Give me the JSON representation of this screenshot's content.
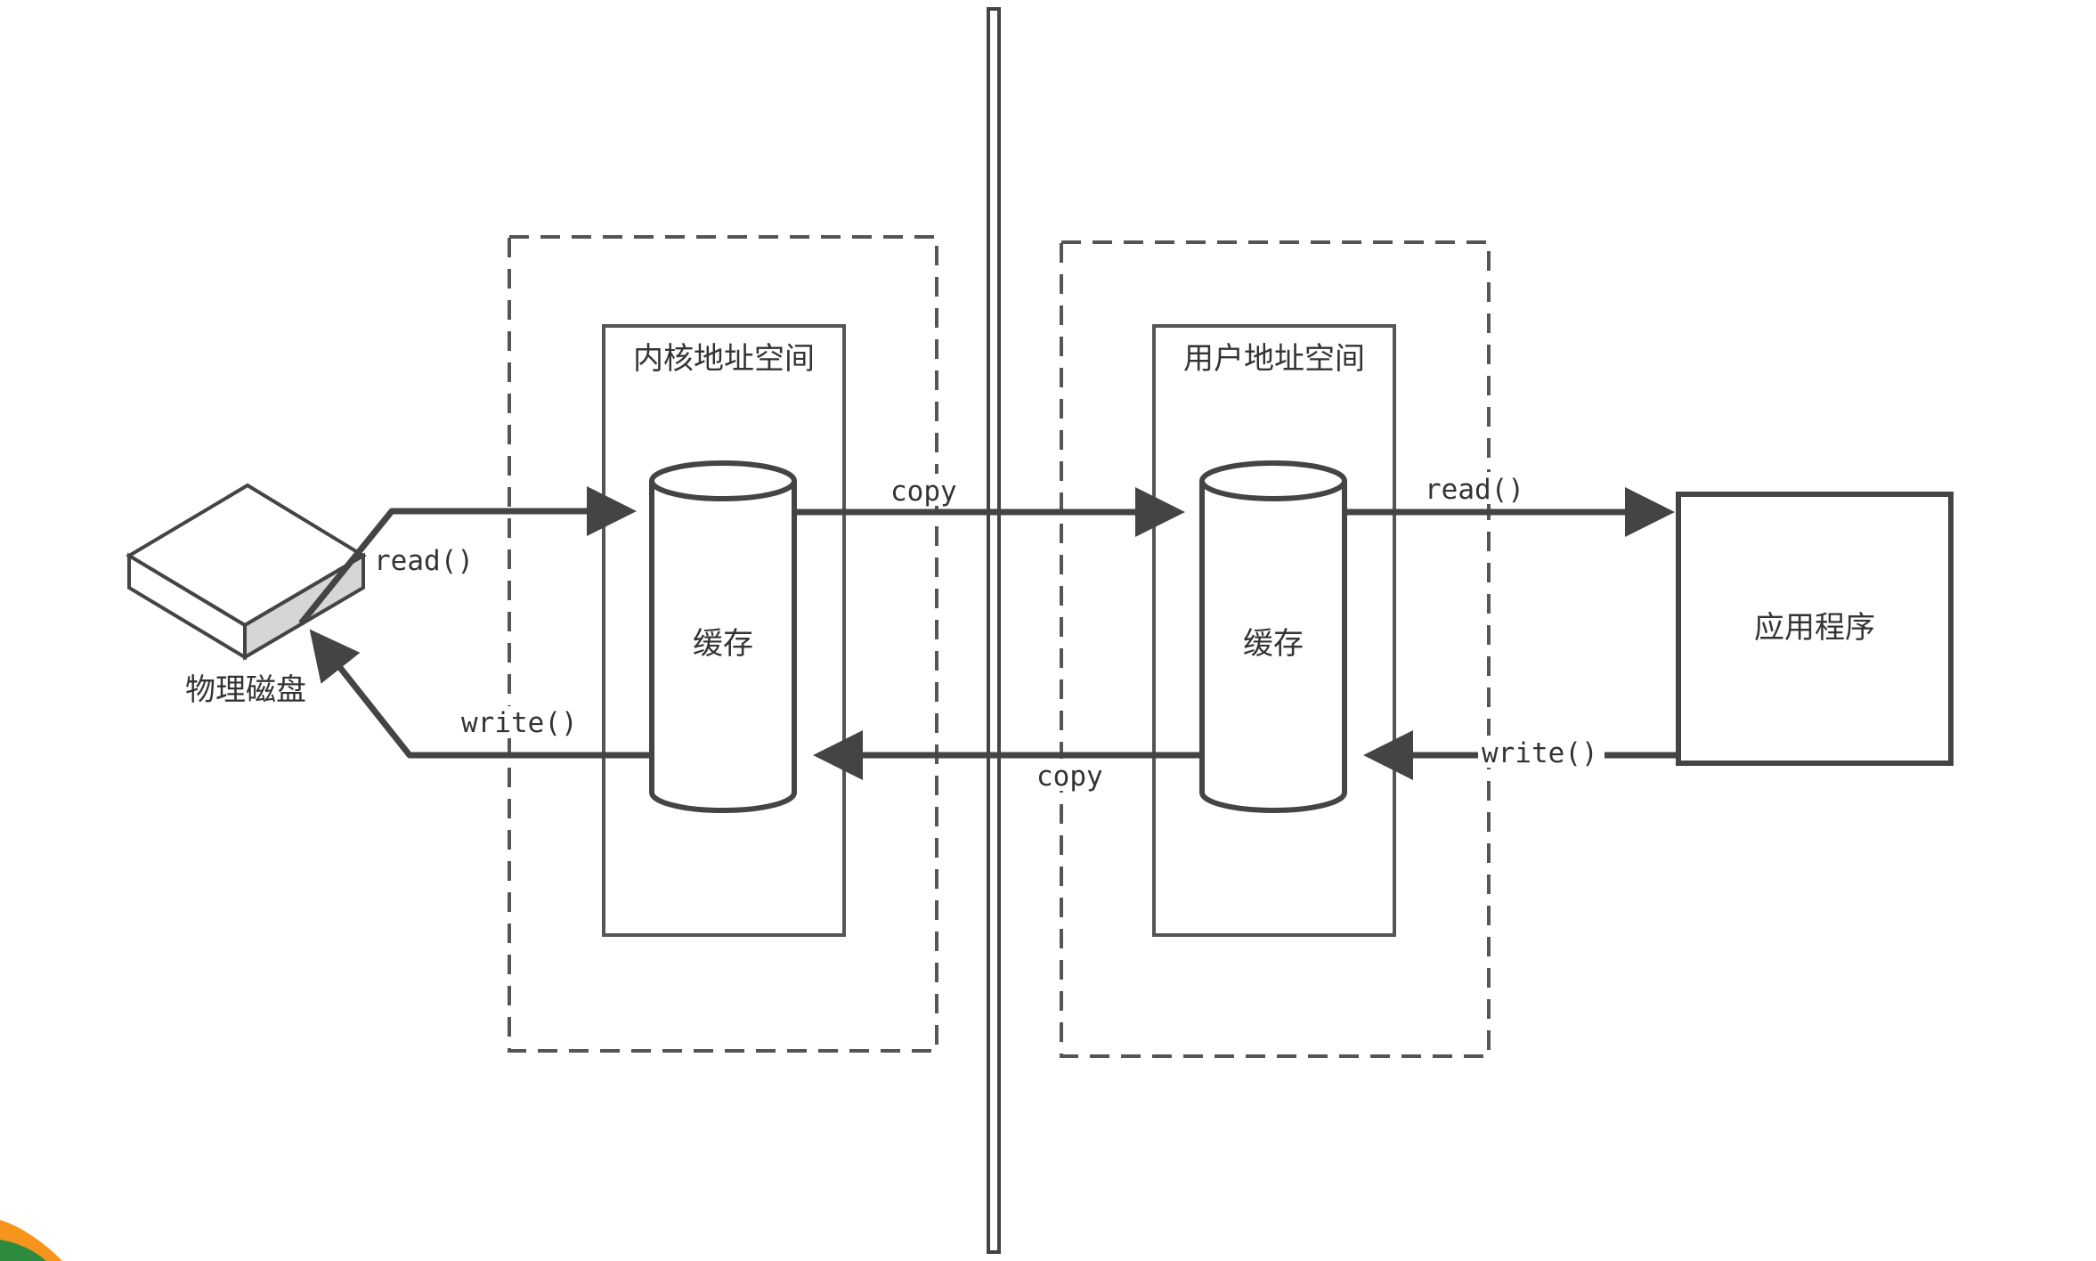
{
  "kernel_space": {
    "title": "内核地址空间",
    "cache_label": "缓存"
  },
  "user_space": {
    "title": "用户地址空间",
    "cache_label": "缓存"
  },
  "disk": {
    "label": "物理磁盘"
  },
  "application": {
    "label": "应用程序"
  },
  "edges": {
    "disk_read": "read()",
    "disk_write": "write()",
    "copy_to_user": "copy",
    "copy_to_kernel": "copy",
    "app_read": "read()",
    "app_write": "write()"
  },
  "colors": {
    "line": "#444444",
    "decor_orange": "#f7941d",
    "decor_green": "#2e8b3d"
  }
}
